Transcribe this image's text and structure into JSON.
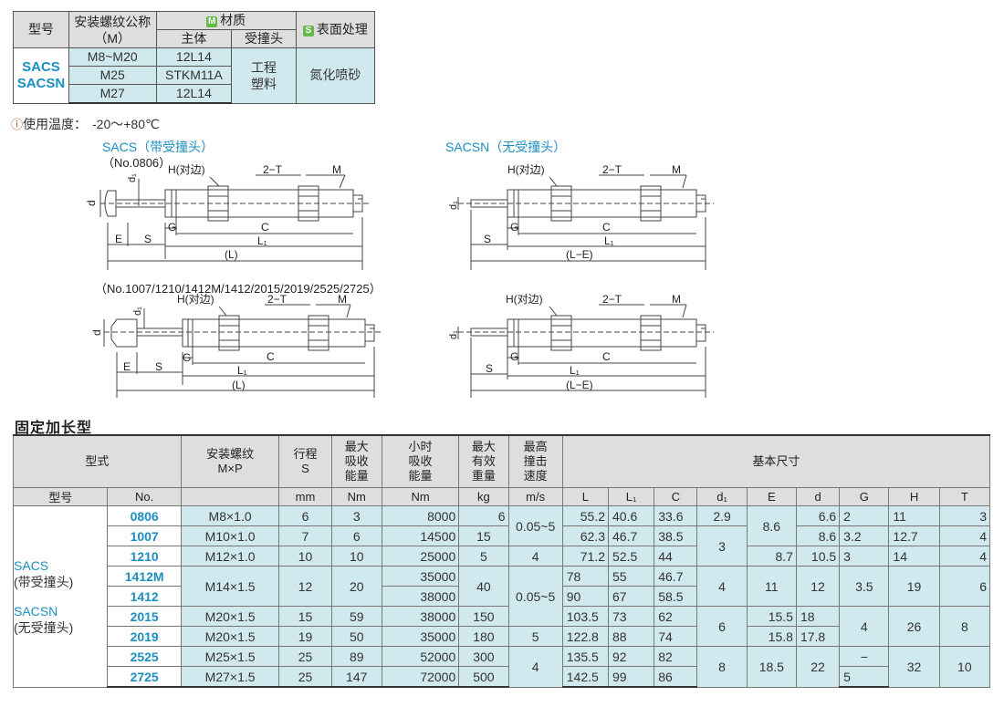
{
  "material_table": {
    "headers": {
      "model": "型号",
      "thread_line1": "安装螺纹公称",
      "thread_line2": "（M）",
      "material_badge": "M",
      "material": "材质",
      "body": "主体",
      "head": "受撞头",
      "surface_badge": "S",
      "surface": "表面处理"
    },
    "models": [
      "SACS",
      "SACSN"
    ],
    "rows": [
      {
        "thread": "M8~M20",
        "body": "12L14"
      },
      {
        "thread": "M25",
        "body": "STKM11A"
      },
      {
        "thread": "M27",
        "body": "12L14"
      }
    ],
    "head_material": [
      "工程",
      "塑料"
    ],
    "surface_treatment": "氮化喷砂"
  },
  "temperature_note": {
    "label": "使用温度：",
    "value": "-20～+80℃"
  },
  "diagrams": {
    "sacs_title": "SACS（带受撞头）",
    "sacs_subtitle": "（No.0806）",
    "sacsn_title": "SACSN（无受撞头）",
    "group_title": "（No.1007/1210/1412M/1412/2015/2019/2525/2725）",
    "labels": {
      "H": "H(对边)",
      "twoT": "2−T",
      "M": "M",
      "d": "d",
      "d1": "d₁",
      "E": "E",
      "S": "S",
      "G": "G",
      "C": "C",
      "L1": "L₁",
      "L": "(L)",
      "LE": "(L−E)"
    }
  },
  "fixed_title": "固定加长型",
  "spec_table": {
    "headers": {
      "type": "型式",
      "thread": [
        "安装螺纹",
        "M×P"
      ],
      "stroke": [
        "行程",
        "S"
      ],
      "max_energy": [
        "最大",
        "吸收",
        "能量"
      ],
      "hour_energy": [
        "小时",
        "吸收",
        "能量"
      ],
      "max_weight": [
        "最大",
        "有效",
        "重量"
      ],
      "max_speed": [
        "最高",
        "撞击",
        "速度"
      ],
      "basic_dims": "基本尺寸",
      "model": "型号",
      "no": "No.",
      "units": [
        "mm",
        "Nm",
        "Nm",
        "kg",
        "m/s"
      ],
      "dims": [
        "L",
        "L₁",
        "C",
        "d₁",
        "E",
        "d",
        "G",
        "H",
        "T"
      ]
    },
    "model_labels": {
      "sacs": "SACS",
      "sacs_sub": "(带受撞头)",
      "sacsn": "SACSN",
      "sacsn_sub": "(无受撞头)"
    },
    "rows": [
      {
        "no": "0806",
        "thread": "M8×1.0",
        "S": "6",
        "max_e": "3",
        "hour_e": "8000",
        "wt": "6",
        "L": "55.2",
        "L1": "40.6",
        "C": "33.6",
        "d1": "2.9",
        "d": "6.6",
        "G": "2",
        "H": "11",
        "T": "3"
      },
      {
        "no": "1007",
        "thread": "M10×1.0",
        "S": "7",
        "max_e": "6",
        "hour_e": "14500",
        "wt": "15",
        "L": "62.3",
        "L1": "46.7",
        "C": "38.5",
        "d": "8.6",
        "G": "3.2",
        "H": "12.7",
        "T": "4"
      },
      {
        "no": "1210",
        "thread": "M12×1.0",
        "S": "10",
        "max_e": "10",
        "hour_e": "25000",
        "wt": "5",
        "speed": "4",
        "L": "71.2",
        "L1": "52.5",
        "C": "44",
        "E": "8.7",
        "d": "10.5",
        "G": "3",
        "H": "14",
        "T": "4"
      },
      {
        "no": "1412M",
        "thread": "M14×1.5",
        "S": "12",
        "max_e": "20",
        "hour_e": "35000",
        "wt": "40",
        "L": "78",
        "L1": "55",
        "C": "46.7",
        "d1": "4",
        "E": "11",
        "d": "12",
        "G": "3.5",
        "H": "19",
        "T": "6"
      },
      {
        "no": "1412",
        "hour_e": "38000",
        "L": "90",
        "L1": "67",
        "C": "58.5"
      },
      {
        "no": "2015",
        "thread": "M20×1.5",
        "S": "15",
        "max_e": "59",
        "hour_e": "38000",
        "wt": "150",
        "L": "103.5",
        "L1": "73",
        "C": "62",
        "d1": "6",
        "E": "15.5",
        "d": "18",
        "G": "4",
        "H": "26",
        "T": "8"
      },
      {
        "no": "2019",
        "thread": "M20×1.5",
        "S": "19",
        "max_e": "50",
        "hour_e": "35000",
        "wt": "180",
        "speed": "5",
        "L": "122.8",
        "L1": "88",
        "C": "74",
        "E": "15.8",
        "d": "17.8"
      },
      {
        "no": "2525",
        "thread": "M25×1.5",
        "S": "25",
        "max_e": "89",
        "hour_e": "52000",
        "wt": "300",
        "L": "135.5",
        "L1": "92",
        "C": "82",
        "d1": "8",
        "E": "18.5",
        "d": "22",
        "G": "−",
        "H": "32",
        "T": "10"
      },
      {
        "no": "2725",
        "thread": "M27×1.5",
        "S": "25",
        "max_e": "147",
        "hour_e": "72000",
        "wt": "500",
        "L": "142.5",
        "L1": "99",
        "C": "86",
        "G": "5"
      }
    ],
    "merged": {
      "speed_1": "0.05~5",
      "speed_2": "0.05~5",
      "speed_4": "4",
      "E_1": "8.6",
      "d1_2": "3"
    }
  }
}
